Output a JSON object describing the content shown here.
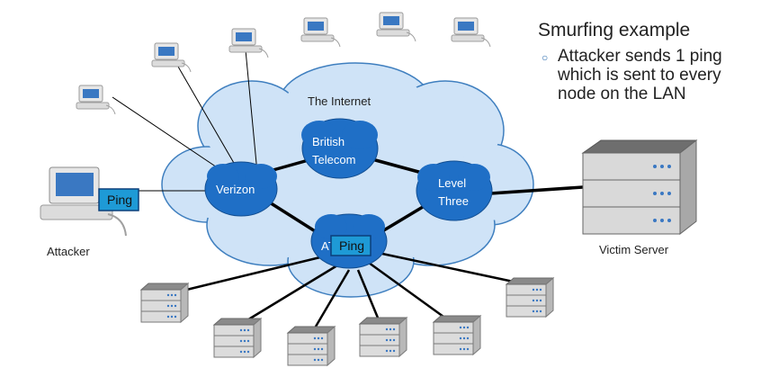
{
  "slide": {
    "title": "Smurfing example",
    "bullet": "Attacker sends 1 ping which is sent to every node on the LAN"
  },
  "diagram": {
    "internet_label": "The Internet",
    "isp_nodes": {
      "british_telecom": [
        "British",
        "Telecom"
      ],
      "verizon": "Verizon",
      "level_three": [
        "Level",
        "Three"
      ],
      "att": "AT&T"
    },
    "attacker_label": "Attacker",
    "victim_label": "Victim Server",
    "ping_label": "Ping",
    "colors": {
      "cloud_fill": "#cfe3f7",
      "cloud_stroke": "#3f7fbf",
      "isp_fill": "#1f6fc6",
      "ping_fill": "#1e9ad6",
      "line": "#000000"
    }
  }
}
